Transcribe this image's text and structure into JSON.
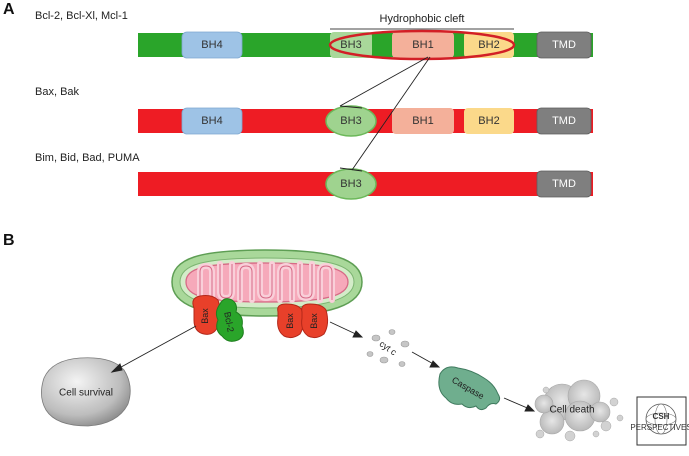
{
  "panel_a": {
    "letter": "A",
    "cleft_label": "Hydrophobic cleft",
    "rows": [
      {
        "label": "Bcl-2, Bcl-Xl, Mcl-1",
        "bar_color": "#2aa52a",
        "domains": [
          "BH4",
          "BH3",
          "BH1",
          "BH2",
          "TMD"
        ]
      },
      {
        "label": "Bax, Bak",
        "bar_color": "#ee1c24",
        "domains": [
          "BH4",
          "BH3",
          "BH1",
          "BH2",
          "TMD"
        ]
      },
      {
        "label": "Bim, Bid, Bad, PUMA",
        "bar_color": "#ee1c24",
        "domains": [
          "BH3",
          "TMD"
        ]
      }
    ],
    "domain_colors": {
      "BH4": "#9ec3e6",
      "BH3": "#9fd38f",
      "BH1": "#f4b09a",
      "BH2": "#fbd98a",
      "TMD": "#7f7f7f"
    }
  },
  "panel_b": {
    "letter": "B",
    "bax_label": "Bax",
    "bcl2_label": "Bcl-2",
    "cytc_label": "cyt c",
    "caspase_label": "Caspase",
    "cell_survival": "Cell survival",
    "cell_death": "Cell death"
  },
  "logo": {
    "line1": "CSH",
    "line2": "PERSPECTIVES"
  }
}
